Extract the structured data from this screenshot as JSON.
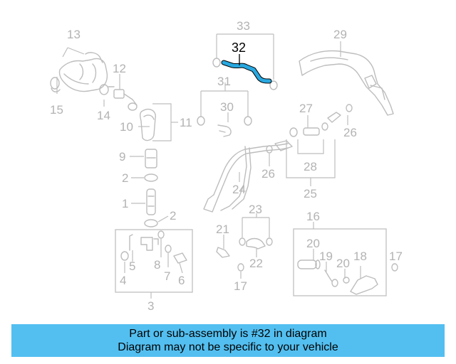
{
  "diagram": {
    "highlighted_part": "32",
    "labels": {
      "p1": "1",
      "p2a": "2",
      "p2b": "2",
      "p3": "3",
      "p4": "4",
      "p5": "5",
      "p6": "6",
      "p7": "7",
      "p8": "8",
      "p9": "9",
      "p10": "10",
      "p11": "11",
      "p12": "12",
      "p13": "13",
      "p14": "14",
      "p15": "15",
      "p16": "16",
      "p17a": "17",
      "p17b": "17",
      "p18": "18",
      "p19": "19",
      "p20a": "20",
      "p20b": "20",
      "p21": "21",
      "p22": "22",
      "p23": "23",
      "p24": "24",
      "p25": "25",
      "p26a": "26",
      "p26b": "26",
      "p27": "27",
      "p28": "28",
      "p29": "29",
      "p30": "30",
      "p31": "31",
      "p32": "32",
      "p33": "33"
    },
    "colors": {
      "highlight": "#29a8e0",
      "banner": "#53bff0",
      "parts": "#bdbdbd"
    }
  },
  "banner": {
    "line1": "Part or sub-assembly is #32 in diagram",
    "line2": "Diagram may not be specific to your vehicle"
  }
}
